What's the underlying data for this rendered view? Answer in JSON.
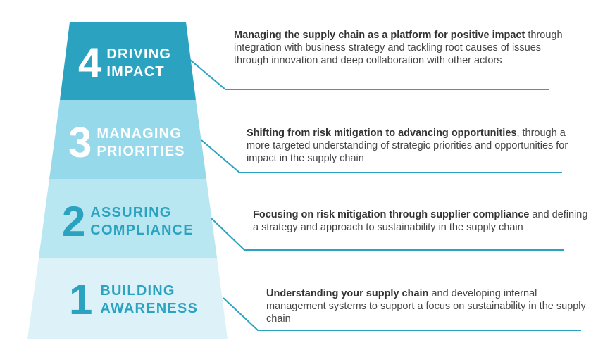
{
  "colors": {
    "tier4_fill": "#2ba3c0",
    "tier3_fill": "#96d9ea",
    "tier2_fill": "#b8e6f1",
    "tier1_fill": "#dcf2f8",
    "connector_line": "#2ba3c0",
    "label_light": "#ffffff",
    "label_dark": "#2ba3c0",
    "body_text": "#444444"
  },
  "tiers": [
    {
      "number": "4",
      "title_line1": "DRIVING",
      "title_line2": "IMPACT",
      "description_bold": "Managing the supply chain as a platform for positive impact",
      "description_rest": " through integration with business strategy and tackling root causes of issues through innovation and deep collaboration with other actors"
    },
    {
      "number": "3",
      "title_line1": "MANAGING",
      "title_line2": "PRIORITIES",
      "description_bold": "Shifting from risk mitigation to advancing opportunities",
      "description_rest": ", through a more targeted understanding of strategic priorities and opportunities for impact in the supply chain"
    },
    {
      "number": "2",
      "title_line1": "ASSURING",
      "title_line2": "COMPLIANCE",
      "description_bold": "Focusing on risk mitigation through supplier compliance",
      "description_rest": " and defining a strategy and approach to sustainability in the supply chain"
    },
    {
      "number": "1",
      "title_line1": "BUILDING",
      "title_line2": "AWARENESS",
      "description_bold": "Understanding your supply chain",
      "description_rest": " and developing internal management systems to support a focus on sustainability in the supply chain"
    }
  ]
}
